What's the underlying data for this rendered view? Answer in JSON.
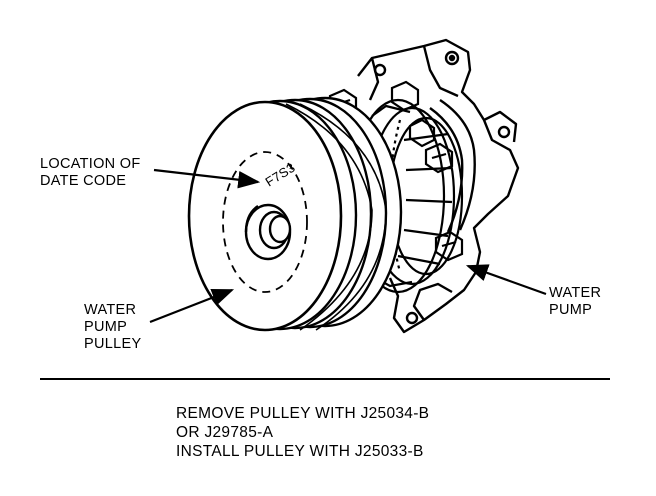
{
  "labels": {
    "date_code_location": [
      "LOCATION OF",
      "DATE CODE"
    ],
    "date_code": "F7S3",
    "pulley": [
      "WATER",
      "PUMP",
      "PULLEY"
    ],
    "pump": [
      "WATER",
      "PUMP"
    ]
  },
  "caption": {
    "lines": [
      "REMOVE PULLEY WITH J25034-B",
      "OR J29785-A",
      "INSTALL PULLEY WITH J25033-B"
    ]
  }
}
